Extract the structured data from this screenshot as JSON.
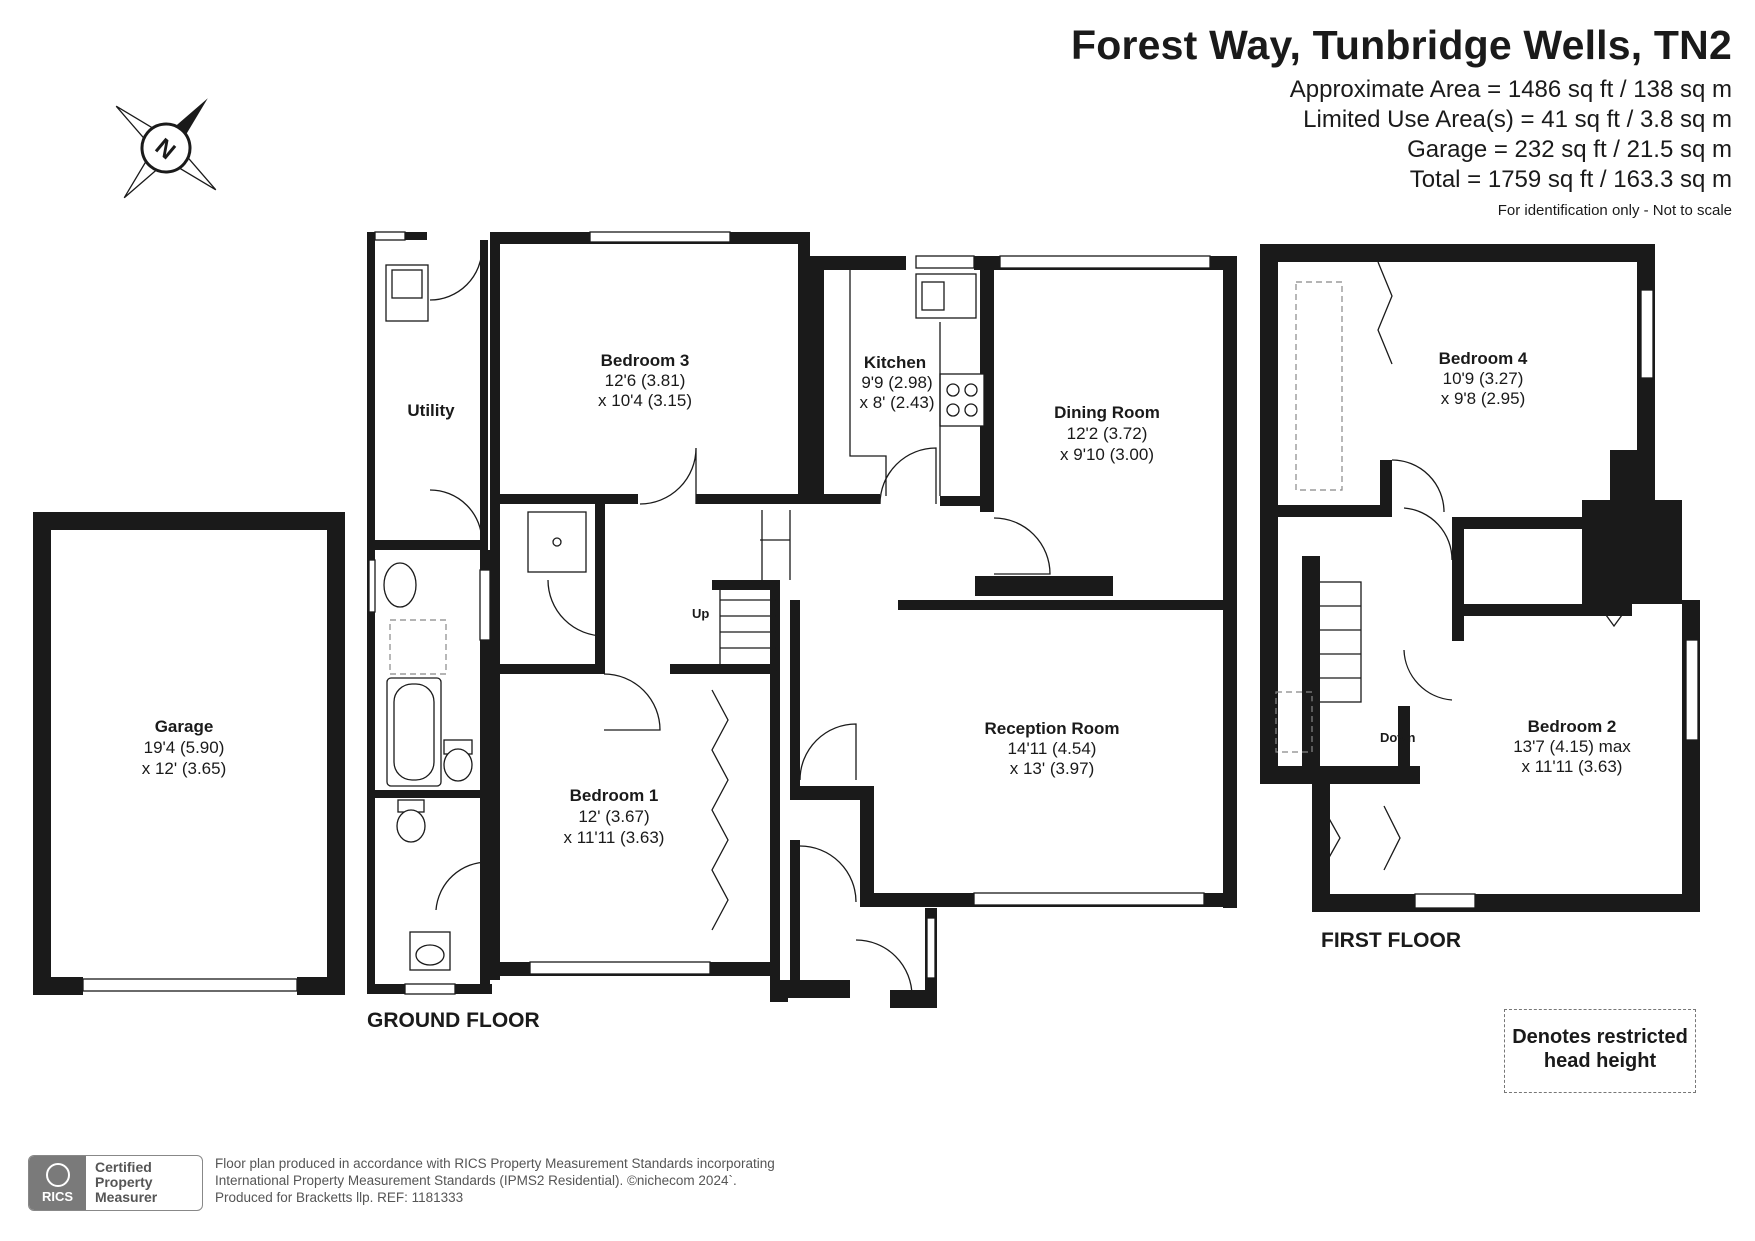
{
  "header": {
    "title": "Forest Way, Tunbridge Wells, TN2",
    "areas": [
      "Approximate Area = 1486 sq ft / 138 sq m",
      "Limited Use Area(s) = 41 sq ft / 3.8 sq m",
      "Garage = 232 sq ft / 21.5 sq m",
      "Total = 1759 sq ft / 163.3 sq m"
    ],
    "note": "For identification only - Not to scale"
  },
  "compass": {
    "label": "N",
    "icon": "compass-rose-icon"
  },
  "rooms": {
    "garage": {
      "name": "Garage",
      "dims": [
        "19'4 (5.90)",
        "x 12' (3.65)"
      ]
    },
    "utility": {
      "name": "Utility"
    },
    "bedroom3": {
      "name": "Bedroom 3",
      "dims": [
        "12'6 (3.81)",
        "x 10'4 (3.15)"
      ]
    },
    "kitchen": {
      "name": "Kitchen",
      "dims": [
        "9'9 (2.98)",
        "x 8' (2.43)"
      ]
    },
    "dining": {
      "name": "Dining Room",
      "dims": [
        "12'2 (3.72)",
        "x 9'10 (3.00)"
      ]
    },
    "reception": {
      "name": "Reception Room",
      "dims": [
        "14'11 (4.54)",
        "x 13' (3.97)"
      ]
    },
    "bedroom1": {
      "name": "Bedroom 1",
      "dims": [
        "12' (3.67)",
        "x 11'11 (3.63)"
      ]
    },
    "bedroom4": {
      "name": "Bedroom 4",
      "dims": [
        "10'9 (3.27)",
        "x 9'8 (2.95)"
      ]
    },
    "bedroom2": {
      "name": "Bedroom 2",
      "dims": [
        "13'7 (4.15) max",
        "x 11'11 (3.63)"
      ]
    }
  },
  "stairs": {
    "up": "Up",
    "down": "Down"
  },
  "floors": {
    "ground": "GROUND FLOOR",
    "first": "FIRST FLOOR"
  },
  "legend": {
    "line1": "Denotes restricted",
    "line2": "head height"
  },
  "footer": {
    "badge_logo": "RICS",
    "badge_lines": [
      "Certified",
      "Property",
      "Measurer"
    ],
    "lines": [
      "Floor plan produced in accordance with RICS Property Measurement Standards incorporating",
      "International Property Measurement Standards (IPMS2 Residential).   ©nichecom 2024`.",
      "Produced for Bracketts llp.   REF:  1181333"
    ]
  }
}
